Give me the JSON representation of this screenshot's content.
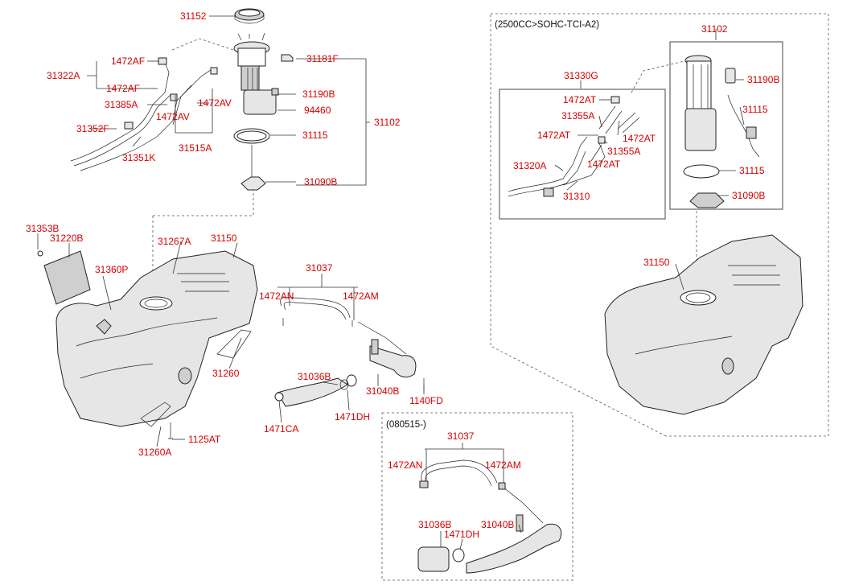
{
  "diagram": {
    "variant_label": "(2500CC>SOHC-TCI-A2)",
    "inset_label": "(080515-)",
    "parts": {
      "p31152": "31152",
      "p31181F": "31181F",
      "p1472AF_a": "1472AF",
      "p31322A": "31322A",
      "p1472AF_b": "1472AF",
      "p31385A": "31385A",
      "p31190B": "31190B",
      "p1472AV_a": "1472AV",
      "p94460": "94460",
      "p1472AV_b": "1472AV",
      "p31102": "31102",
      "p31352F": "31352F",
      "p31115": "31115",
      "p31515A": "31515A",
      "p31351K": "31351K",
      "p31090B": "31090B",
      "p31353B": "31353B",
      "p31220B": "31220B",
      "p31267A": "31267A",
      "p31150": "31150",
      "p31360P": "31360P",
      "p31037": "31037",
      "p1472AN": "1472AN",
      "p1472AM": "1472AM",
      "p31260": "31260",
      "p31036B": "31036B",
      "p31040B": "31040B",
      "p1140FD": "1140FD",
      "p1471CA": "1471CA",
      "p1471DH": "1471DH",
      "p1125AT": "1125AT",
      "p31260A": "31260A",
      "r31102": "31102",
      "r31330G": "31330G",
      "r31190B": "31190B",
      "r1472AT_a": "1472AT",
      "r31355A_a": "31355A",
      "r1472AT_b": "1472AT",
      "r1472AT_c": "1472AT",
      "r31115_b": "31115",
      "r31355A_b": "31355A",
      "r1472AT_d": "1472AT",
      "r31320A": "31320A",
      "r31115": "31115",
      "r31310": "31310",
      "r31090B": "31090B",
      "r31150": "31150",
      "i31037": "31037",
      "i1472AN": "1472AN",
      "i1472AM": "1472AM",
      "i31036B": "31036B",
      "i31040B": "31040B",
      "i1471DH": "1471DH"
    }
  }
}
